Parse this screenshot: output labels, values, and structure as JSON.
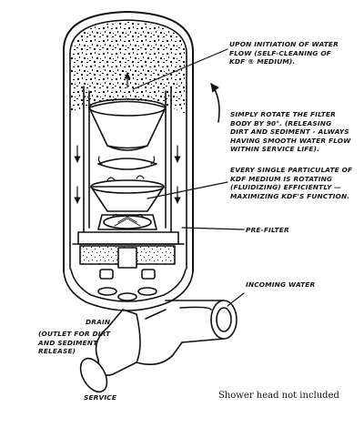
{
  "labels": {
    "flow": [
      "UPON INITIATION OF WATER",
      "FLOW (SELF-CLEANING OF",
      "KDF ® MEDIUM)."
    ],
    "rotate": [
      "SIMPLY ROTATE THE FILTER",
      "BODY BY 90°. (RELEASING",
      "DIRT AND SEDIMENT - ALWAYS",
      "HAVING SMOOTH WATER FLOW",
      "WITHIN SERVICE LIFE)."
    ],
    "particulate": [
      "EVERY SINGLE PARTICULATE OF",
      "KDF MEDIUM IS ROTATING",
      "(FLUIDIZING) EFFICIENTLY —",
      "MAXIMIZING KDF'S FUNCTION."
    ],
    "prefilter": "PRE-FILTER",
    "incoming": "INCOMING WATER",
    "drain": "DRAIN",
    "outlet": [
      "(OUTLET FOR DIRT",
      "AND SEDIMENT",
      "RELEASE)"
    ],
    "service": "SERVICE",
    "note": "Shower head not included"
  },
  "colors": {
    "ink": "#111111",
    "background": "#ffffff",
    "media": "#1a1a1a"
  }
}
